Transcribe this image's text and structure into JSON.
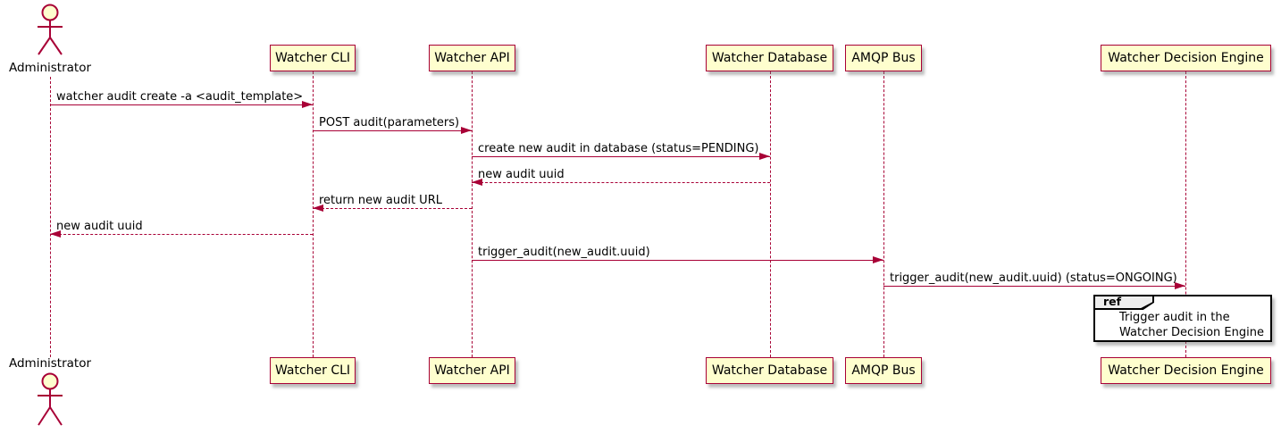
{
  "actor": {
    "name": "Administrator"
  },
  "participants": [
    {
      "label": "Watcher CLI"
    },
    {
      "label": "Watcher API"
    },
    {
      "label": "Watcher Database"
    },
    {
      "label": "AMQP Bus"
    },
    {
      "label": "Watcher Decision Engine"
    }
  ],
  "messages": [
    {
      "from": "Administrator",
      "to": "Watcher CLI",
      "label": "watcher audit create -a <audit_template>",
      "line": "solid"
    },
    {
      "from": "Watcher CLI",
      "to": "Watcher API",
      "label": "POST audit(parameters)",
      "line": "solid"
    },
    {
      "from": "Watcher API",
      "to": "Watcher Database",
      "label": "create new audit in database (status=PENDING)",
      "line": "solid"
    },
    {
      "from": "Watcher Database",
      "to": "Watcher API",
      "label": "new audit uuid",
      "line": "dashed"
    },
    {
      "from": "Watcher API",
      "to": "Watcher CLI",
      "label": "return new audit URL",
      "line": "dashed"
    },
    {
      "from": "Watcher CLI",
      "to": "Administrator",
      "label": "new audit uuid",
      "line": "dashed"
    },
    {
      "from": "Watcher API",
      "to": "AMQP Bus",
      "label": "trigger_audit(new_audit.uuid)",
      "line": "solid"
    },
    {
      "from": "AMQP Bus",
      "to": "Watcher Decision Engine",
      "label": "trigger_audit(new_audit.uuid) (status=ONGOING)",
      "line": "solid"
    }
  ],
  "ref": {
    "keyword": "ref",
    "lines": [
      "Trigger audit in the",
      "Watcher Decision Engine"
    ]
  },
  "colors": {
    "participant_fill": "#FEFECE",
    "line": "#A80036",
    "text": "#000000",
    "ref_header_fill": "#EEEEEE",
    "ref_border": "#000000",
    "background": "#FFFFFF"
  }
}
